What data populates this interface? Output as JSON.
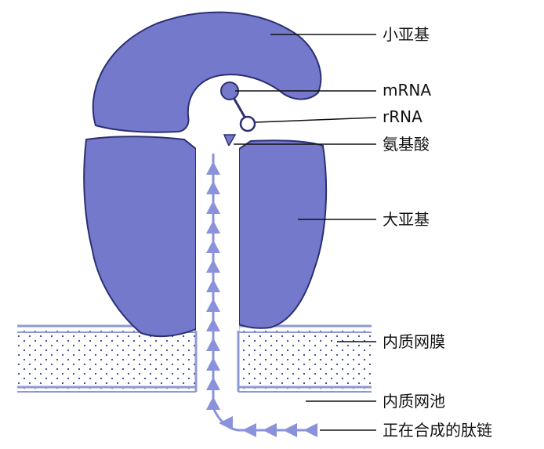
{
  "labels": {
    "small_subunit": "小亚基",
    "mrna": "mRNA",
    "rrna": "rRNA",
    "amino_acid": "氨基酸",
    "large_subunit": "大亚基",
    "er_membrane": "内质网膜",
    "er_lumen": "内质网池",
    "nascent_peptide": "正在合成的肽链"
  },
  "colors": {
    "subunit_fill": "#7579cc",
    "subunit_stroke": "#2b2f72",
    "peptide": "#8b92dc",
    "membrane_line": "#8f99d6",
    "membrane_dots": "#3a3f8a",
    "leader_line": "#111111"
  }
}
